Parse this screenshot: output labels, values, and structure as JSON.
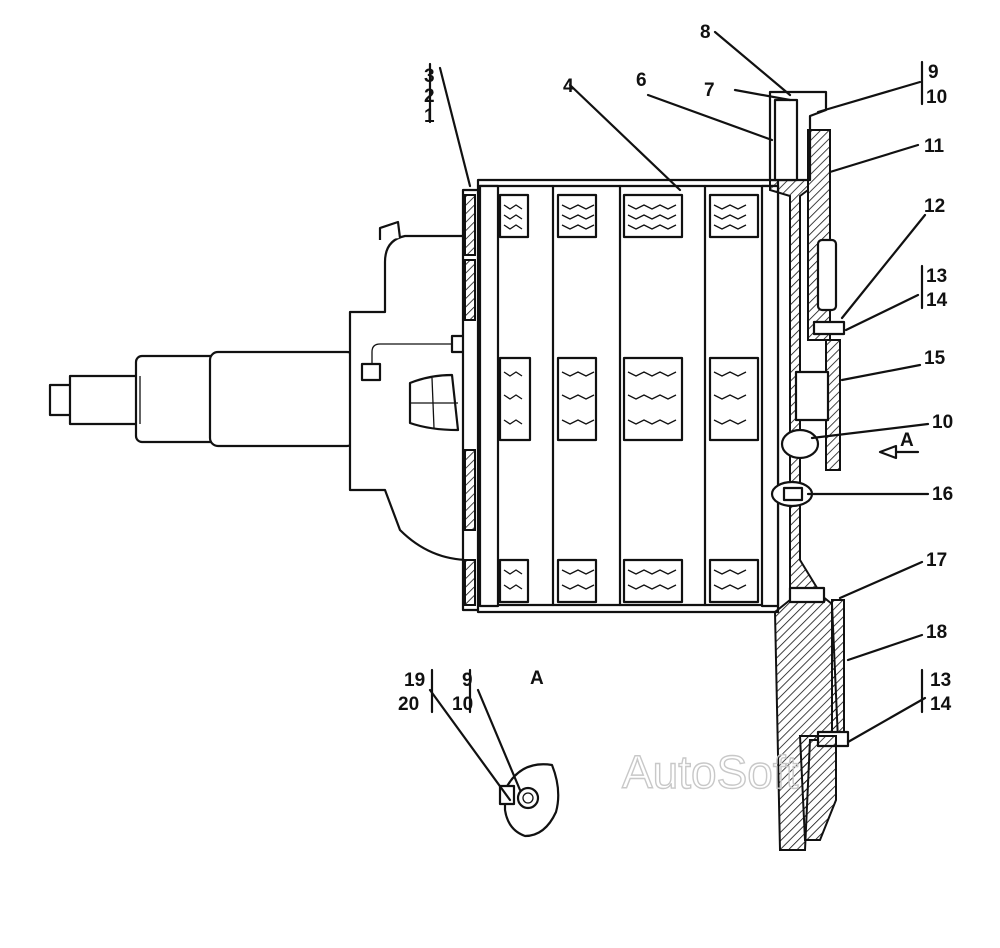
{
  "watermark": "AutoSoft",
  "view_label": "A",
  "labels": {
    "l1": "1",
    "l2": "2",
    "l3": "3",
    "l4": "4",
    "l6": "6",
    "l7": "7",
    "l8": "8",
    "l9a": "9",
    "l10a": "10",
    "l11": "11",
    "l12": "12",
    "l13a": "13",
    "l14a": "14",
    "l15": "15",
    "l10b": "10",
    "arrowA": "A",
    "l16": "16",
    "l17": "17",
    "l18": "18",
    "l13b": "13",
    "l14b": "14",
    "l19": "19",
    "l20": "20",
    "l9b": "9",
    "l10c": "10"
  },
  "colors": {
    "ink": "#111111",
    "watermark": "#c8c8c8",
    "background": "#ffffff"
  }
}
